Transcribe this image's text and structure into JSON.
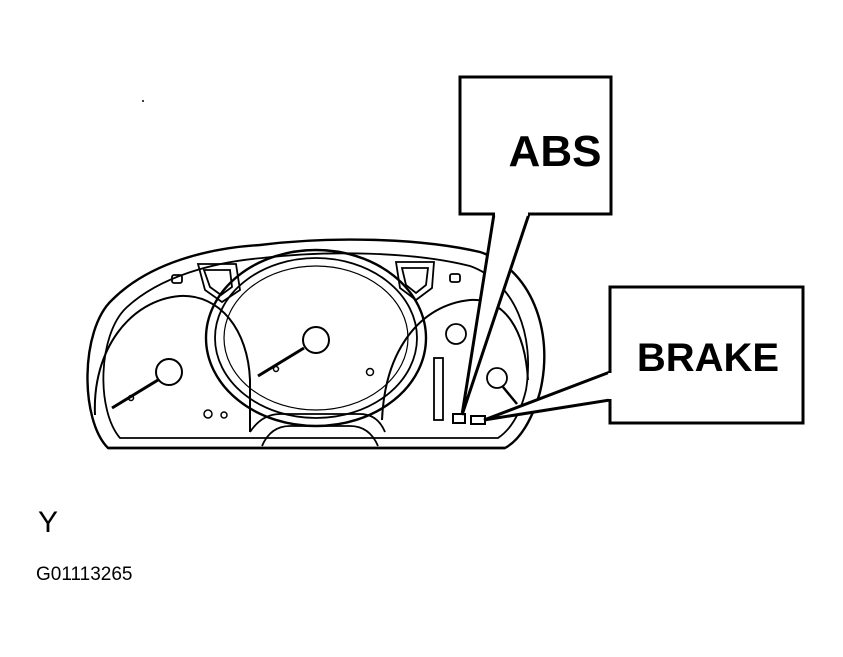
{
  "callouts": {
    "abs_label": "ABS",
    "brake_label": "BRAKE"
  },
  "caption": {
    "view_letter": "Y",
    "figure_id": "G01113265"
  }
}
